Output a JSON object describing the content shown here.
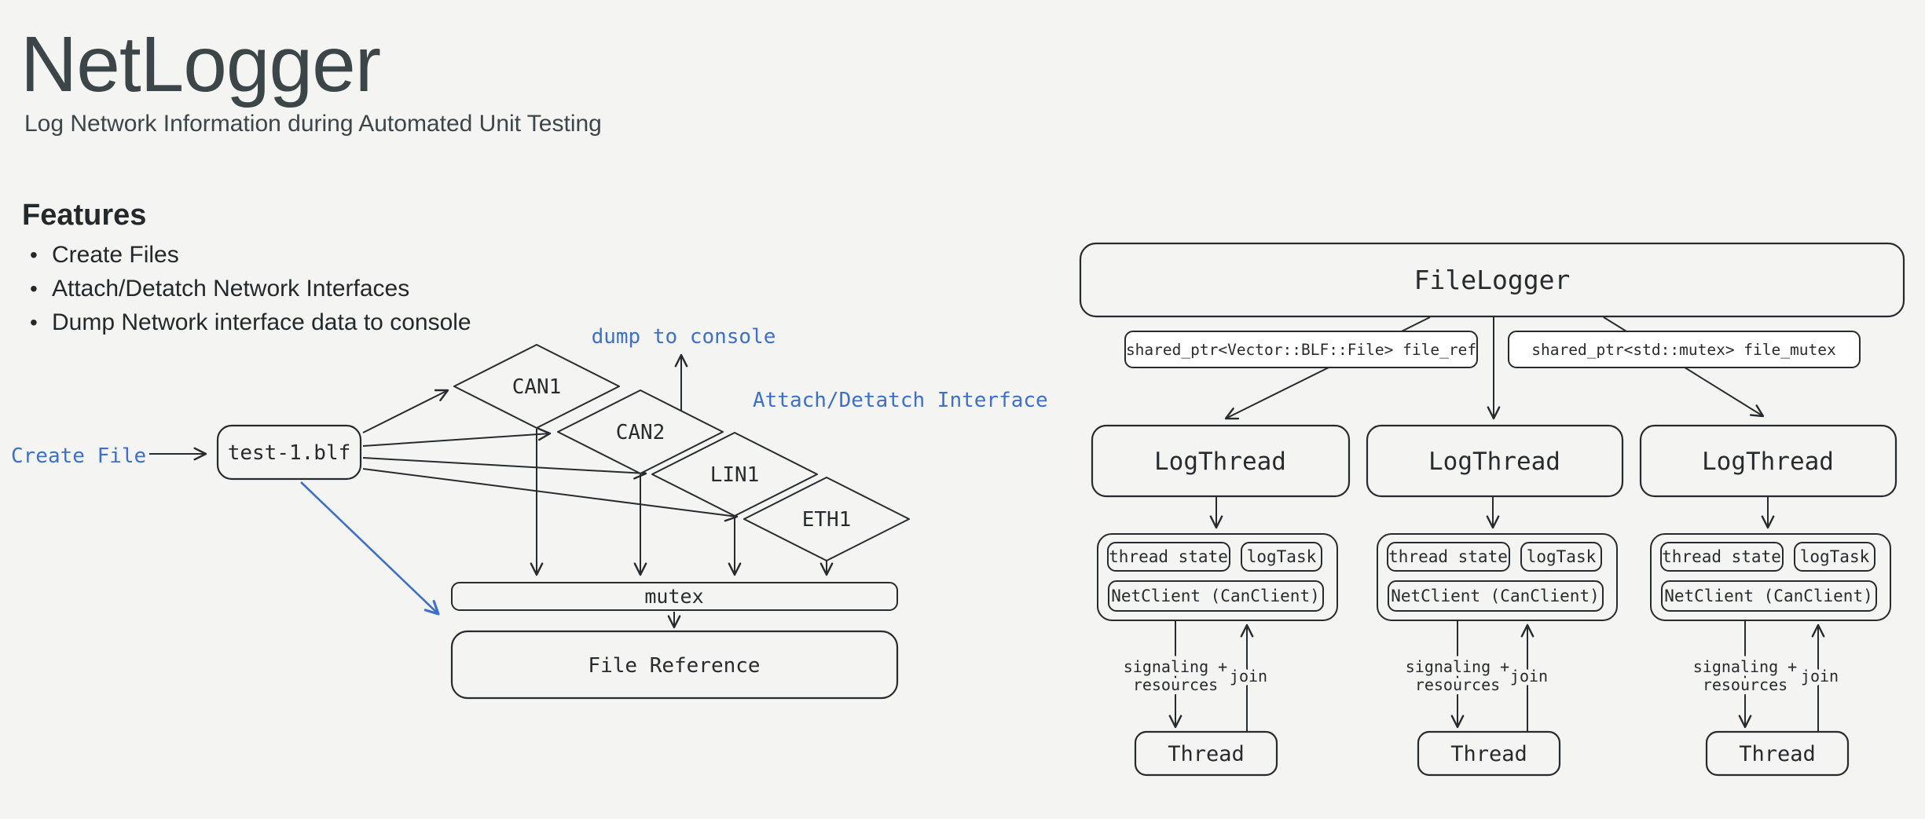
{
  "colors": {
    "bg": "#f4f4f2",
    "ink": "#272b2d",
    "header_ink": "#3c4547",
    "accent_blue": "#3e70c5",
    "node_fill": "#f4f4f2",
    "card_fill": "#ffffff"
  },
  "header": {
    "title": "NetLogger",
    "subtitle": "Log Network Information during Automated Unit Testing"
  },
  "features": {
    "heading": "Features",
    "items": [
      "Create Files",
      "Attach/Detatch Network Interfaces",
      "Dump Network interface data to console"
    ]
  },
  "file_diagram": {
    "create_file_label": "Create File",
    "file_node": "test-1.blf",
    "interfaces": [
      "CAN1",
      "CAN2",
      "LIN1",
      "ETH1"
    ],
    "dump_label": "dump to console",
    "attach_label": "Attach/Detatch Interface",
    "mutex_node": "mutex",
    "file_reference_node": "File Reference"
  },
  "logger_diagram": {
    "root_node": "FileLogger",
    "file_ref_field": "shared_ptr<Vector::BLF::File> file_ref",
    "file_mutex_field": "shared_ptr<std::mutex> file_mutex",
    "threads": [
      {
        "node": "LogThread",
        "thread_state": "thread state",
        "log_task": "logTask",
        "net_client": "NetClient (CanClient)",
        "signal_line1": "signaling +",
        "signal_line2": "resources",
        "join_label": "join",
        "thread_node": "Thread"
      },
      {
        "node": "LogThread",
        "thread_state": "thread state",
        "log_task": "logTask",
        "net_client": "NetClient (CanClient)",
        "signal_line1": "signaling +",
        "signal_line2": "resources",
        "join_label": "join",
        "thread_node": "Thread"
      },
      {
        "node": "LogThread",
        "thread_state": "thread state",
        "log_task": "logTask",
        "net_client": "NetClient (CanClient)",
        "signal_line1": "signaling +",
        "signal_line2": "resources",
        "join_label": "join",
        "thread_node": "Thread"
      }
    ]
  }
}
